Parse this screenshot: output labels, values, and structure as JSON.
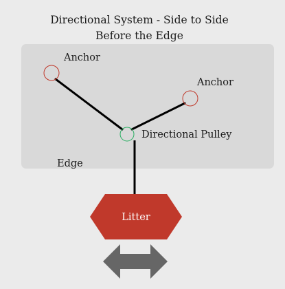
{
  "title": {
    "line1": "Directional System - Side to Side",
    "line2": "Before the Edge"
  },
  "labels": {
    "anchor_left": "Anchor",
    "anchor_right": "Anchor",
    "pulley": "Directional Pulley",
    "edge": "Edge",
    "litter": "Litter"
  },
  "colors": {
    "background": "#ebebeb",
    "edge_area": "#d9d9d9",
    "rope": "#000000",
    "anchor": "#c0392b",
    "pulley": "#27ae60",
    "litter": "#c0392b",
    "arrow": "#666666"
  },
  "icons": {
    "movement": "double-arrow-icon"
  }
}
